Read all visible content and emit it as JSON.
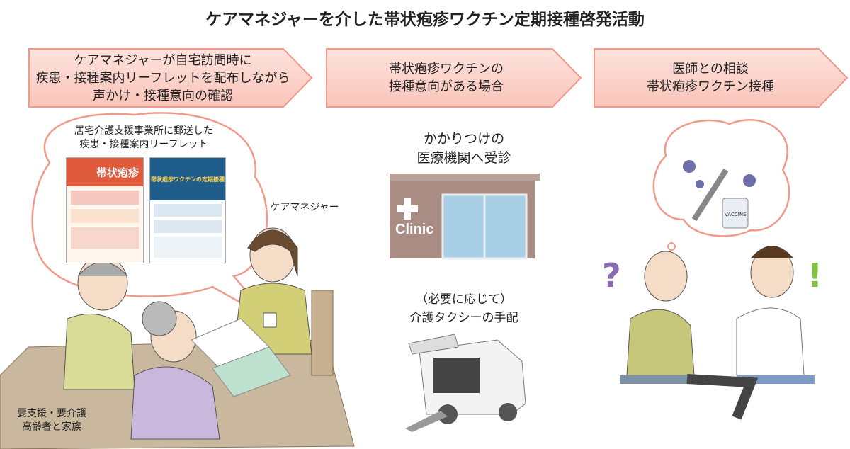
{
  "title": "ケアマネジャーを介した帯状疱疹ワクチン定期接種啓発活動",
  "steps": [
    {
      "text": "ケアマネジャーが自宅訪問時に\n疾患・接種案内リーフレットを配布しながら\n声かけ・接種意向の確認"
    },
    {
      "text": "帯状疱疹ワクチンの\n接種意向がある場合"
    },
    {
      "text": "医師との相談\n帯状疱疹ワクチン接種"
    }
  ],
  "bubble_caption": "居宅介護支援事業所に郵送した\n疾患・接種案内リーフレット",
  "leaflet_left_title": "帯状疱疹",
  "leaflet_right_title": "帯状疱疹ワクチンの定期接種",
  "care_manager_label": "ケアマネジャー",
  "family_label": "要支援・要介護\n高齢者と家族",
  "clinic_caption": "かかりつけの\n医療機関へ受診",
  "clinic_sign": "Clinic",
  "taxi_caption": "（必要に応じて）\n介護タクシーの手配",
  "vaccine_label": "VACCINE",
  "colors": {
    "banner_fill": "#fbd3cc",
    "banner_border": "#f19a8c",
    "clinic_wall": "#a98d85",
    "glass": "#a9cfe6"
  }
}
